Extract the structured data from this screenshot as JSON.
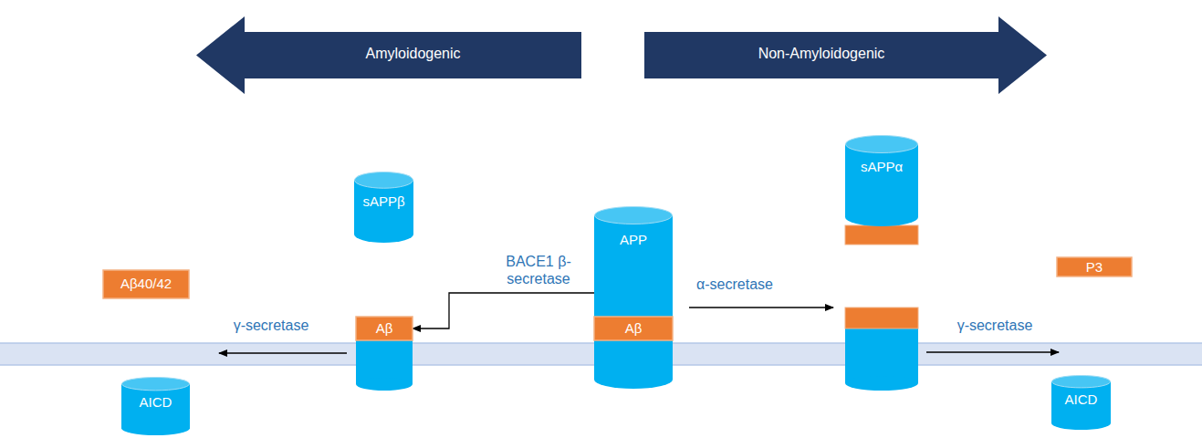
{
  "diagram": {
    "nodes": [
      {
        "text": [
          "Amyloidogenic"
        ]
      },
      {
        "text": [
          "Non-Amyloidogenic"
        ]
      },
      {
        "text": [
          "sAPPβ"
        ]
      },
      {
        "text": [
          "APP"
        ]
      },
      {
        "text": [
          "Aβ"
        ],
        "in": 3
      },
      {
        "text": [
          "Aβ"
        ]
      },
      {
        "text": [
          "sAPPα"
        ]
      },
      {
        "text": [
          "Aβ40/42"
        ]
      },
      {
        "text": [
          "P3"
        ]
      },
      {
        "text": [
          "AICD"
        ]
      },
      {
        "text": [
          "AICD"
        ]
      }
    ],
    "edges": [
      {
        "from": 3,
        "to": 5,
        "arrow": "to",
        "label": "BACE1 β-secretase"
      }
    ],
    "labels": [
      "γ-secretase",
      "α-secretase",
      "γ-secretase"
    ]
  }
}
